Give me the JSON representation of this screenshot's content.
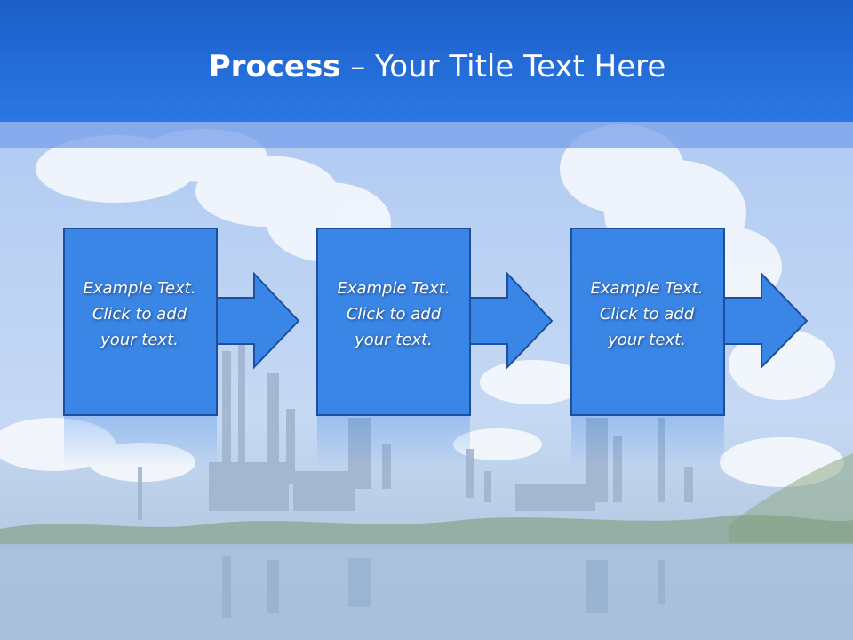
{
  "slide": {
    "title_bold": "Process",
    "title_rest": " – Your Title Text Here",
    "colors": {
      "header": "#2a78e4",
      "box_fill": "#3a86e6",
      "box_stroke": "#1e4f9c",
      "text": "#ffffff"
    }
  },
  "steps": [
    {
      "line1": "Example Text.",
      "line2": "Click  to add",
      "line3": "your text."
    },
    {
      "line1": "Example Text.",
      "line2": "Click  to add",
      "line3": "your text."
    },
    {
      "line1": "Example Text.",
      "line2": "Click  to add",
      "line3": "your text."
    }
  ]
}
